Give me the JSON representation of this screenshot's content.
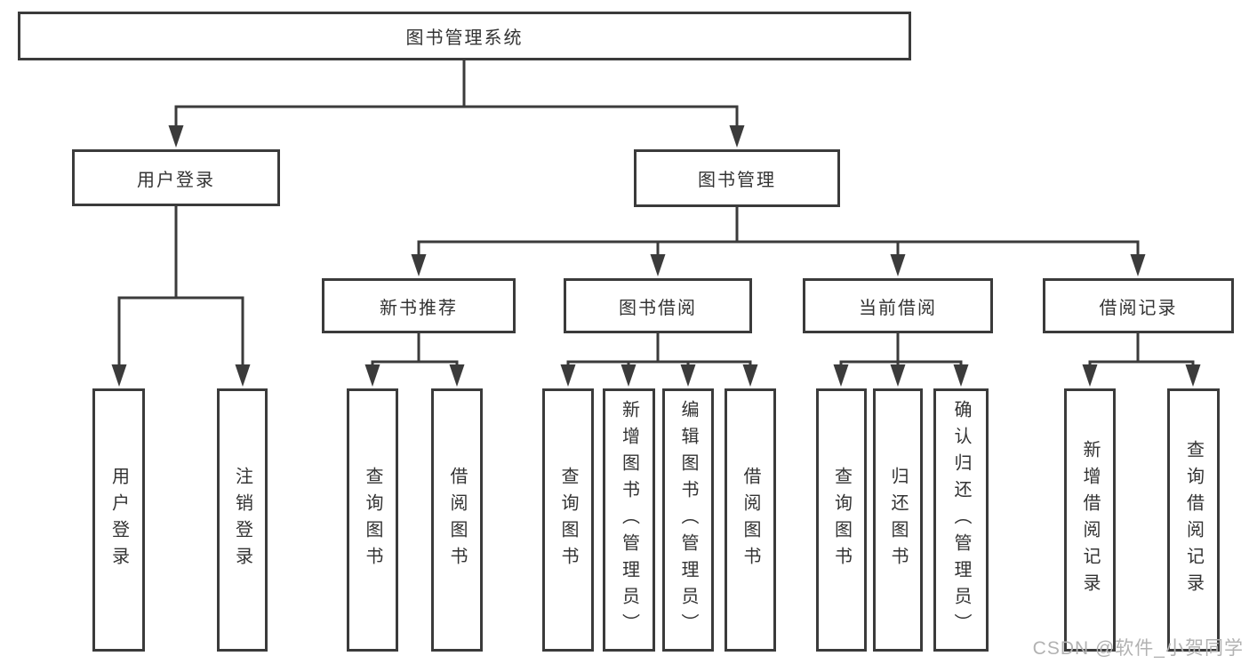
{
  "diagram": {
    "root": {
      "label": "图书管理系统"
    },
    "branches": [
      {
        "label": "用户登录",
        "children": [
          {
            "label": "用户登录"
          },
          {
            "label": "注销登录"
          }
        ]
      },
      {
        "label": "图书管理",
        "children": [
          {
            "label": "新书推荐",
            "children": [
              {
                "label": "查询图书"
              },
              {
                "label": "借阅图书"
              }
            ]
          },
          {
            "label": "图书借阅",
            "children": [
              {
                "label": "查询图书"
              },
              {
                "label": "新增图书（管理员）"
              },
              {
                "label": "编辑图书（管理员）"
              },
              {
                "label": "借阅图书"
              }
            ]
          },
          {
            "label": "当前借阅",
            "children": [
              {
                "label": "查询图书"
              },
              {
                "label": "归还图书"
              },
              {
                "label": "确认归还（管理员）"
              }
            ]
          },
          {
            "label": "借阅记录",
            "children": [
              {
                "label": "新增借阅记录"
              },
              {
                "label": "查询借阅记录"
              }
            ]
          }
        ]
      }
    ]
  },
  "watermark": {
    "text": "CSDN @软件_小贺同学"
  },
  "colors": {
    "line": "#3b3b3b",
    "box_background": "#ffffff",
    "text": "#333333",
    "watermark": "#b2b2b2"
  }
}
